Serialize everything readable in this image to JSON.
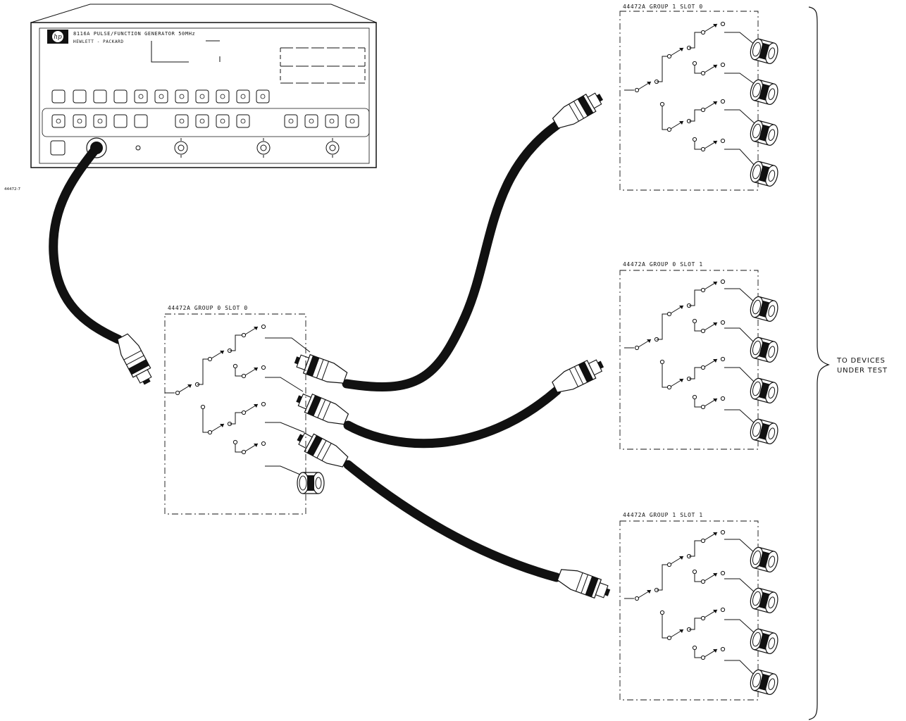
{
  "generator": {
    "model_line": "8116A PULSE/FUNCTION GENERATOR 50MHz",
    "maker": "HEWLETT - PACKARD",
    "logo_text": "hp"
  },
  "figure_id": "44472-7",
  "modules": {
    "left": "44472A GROUP 0 SLOT 0",
    "top_right": "44472A GROUP 1 SLOT 0",
    "mid_right": "44472A GROUP 0 SLOT 1",
    "bottom_right": "44472A GROUP 1 SLOT 1"
  },
  "devices_label": [
    "TO DEVICES",
    "UNDER TEST"
  ],
  "colors": {
    "ink": "#111111",
    "background": "#ffffff"
  }
}
